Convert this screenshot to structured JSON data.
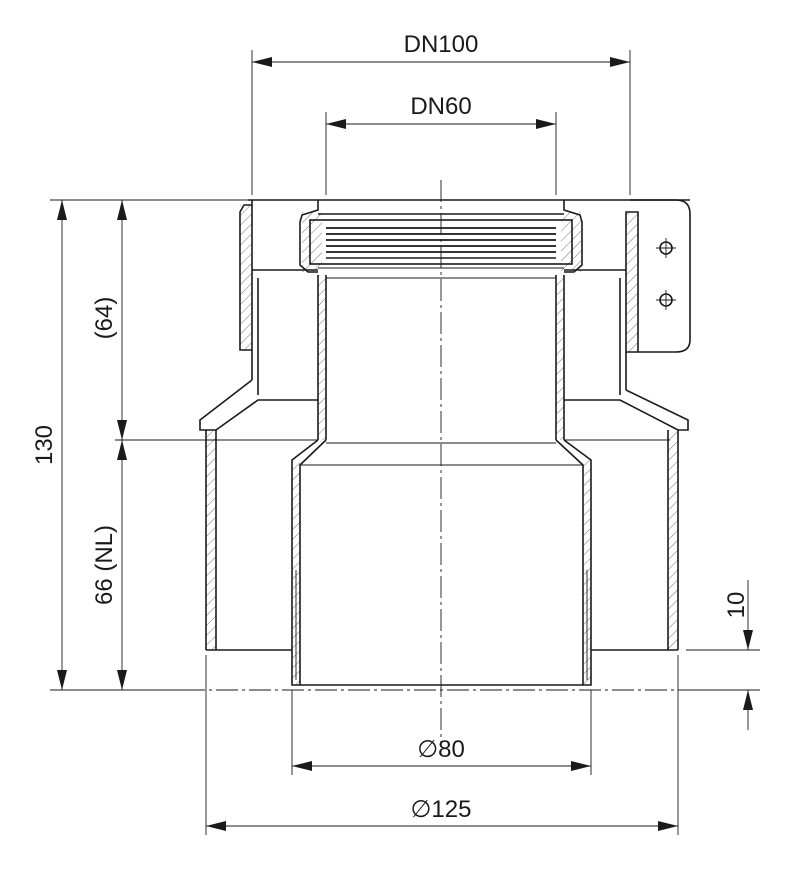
{
  "dimensions": {
    "top_outer": "DN100",
    "top_inner": "DN60",
    "total_height": "130",
    "upper_height": "(64)",
    "lower_height": "66 (NL)",
    "offset": "10",
    "inner_diameter": "∅80",
    "outer_diameter": "∅125"
  }
}
